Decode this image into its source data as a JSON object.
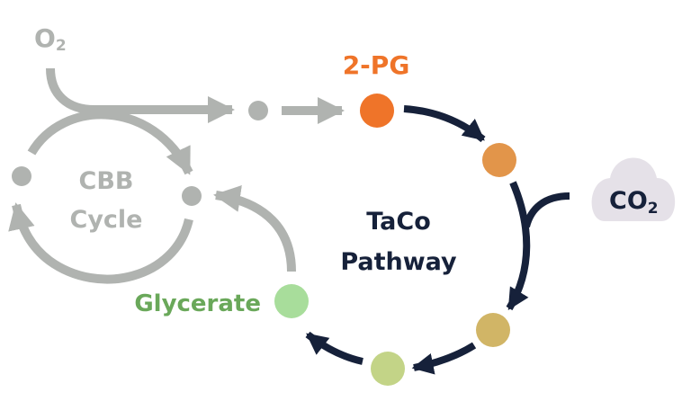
{
  "labels": {
    "o2": "O",
    "o2_sub": "2",
    "two_pg": "2-PG",
    "cbb_line1": "CBB",
    "cbb_line2": "Cycle",
    "taco_line1": "TaCo",
    "taco_line2": "Pathway",
    "co2": "CO",
    "co2_sub": "2",
    "glycerate": "Glycerate"
  },
  "colors": {
    "gray": "#b0b3b0",
    "navy": "#16213a",
    "orange": "#ef7429",
    "node2": "#e2954a",
    "node3": "#d1b566",
    "node4": "#c3d487",
    "glycerate": "#a8dd9b",
    "glycerate_text": "#6aa85a",
    "cloud": "#e5e1e8"
  }
}
